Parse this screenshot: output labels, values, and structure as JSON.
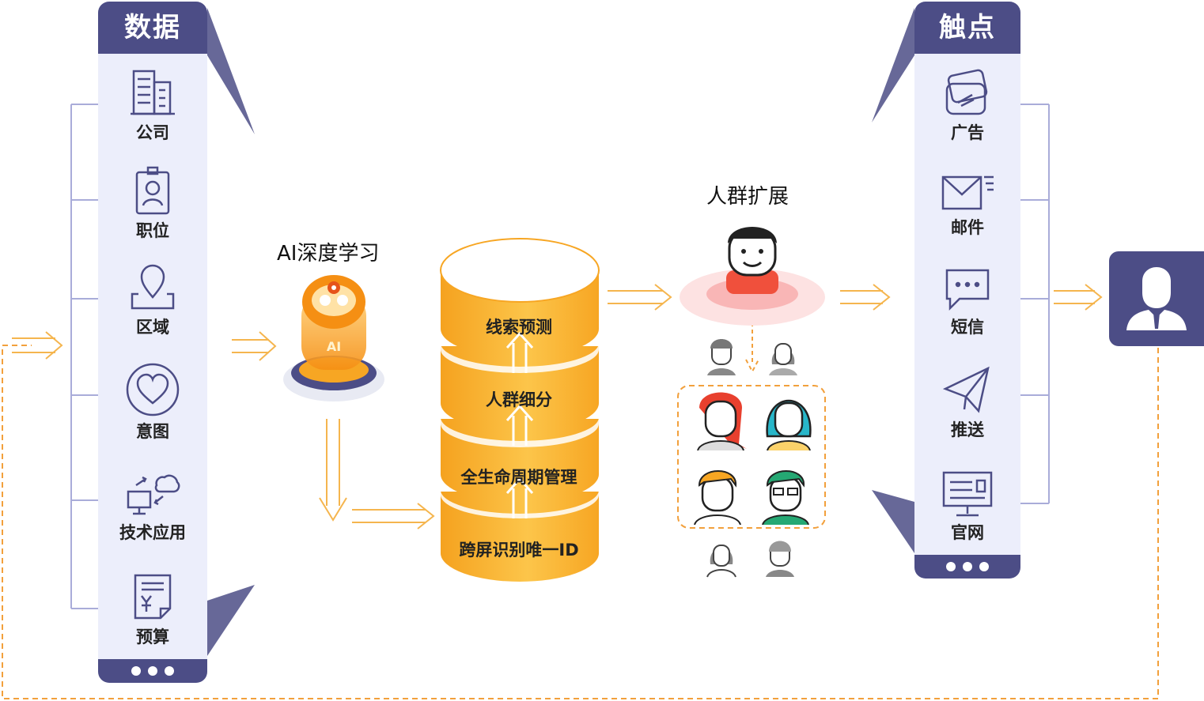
{
  "left_panel": {
    "title": "数据",
    "items": [
      {
        "label": "公司",
        "icon": "building-icon"
      },
      {
        "label": "职位",
        "icon": "id-badge-icon"
      },
      {
        "label": "区域",
        "icon": "location-pin-icon"
      },
      {
        "label": "意图",
        "icon": "heart-icon"
      },
      {
        "label": "技术应用",
        "icon": "cloud-computer-icon"
      },
      {
        "label": "预算",
        "icon": "invoice-icon"
      }
    ]
  },
  "ai": {
    "title": "AI深度学习",
    "badge": "AI"
  },
  "stack": {
    "tiers": [
      "线索预测",
      "人群细分",
      "全生命周期管理",
      "跨屏识别唯一ID"
    ]
  },
  "crowd": {
    "title": "人群扩展"
  },
  "right_panel": {
    "title": "触点",
    "items": [
      {
        "label": "广告",
        "icon": "cards-icon"
      },
      {
        "label": "邮件",
        "icon": "mail-icon"
      },
      {
        "label": "短信",
        "icon": "chat-icon"
      },
      {
        "label": "推送",
        "icon": "paper-plane-icon"
      },
      {
        "label": "官网",
        "icon": "monitor-icon"
      }
    ]
  },
  "colors": {
    "panel": "#4c4d86",
    "panel_bg": "#eceefb",
    "orange": "#f7a623",
    "line": "#a9acd9",
    "dash": "#f2a03c"
  }
}
